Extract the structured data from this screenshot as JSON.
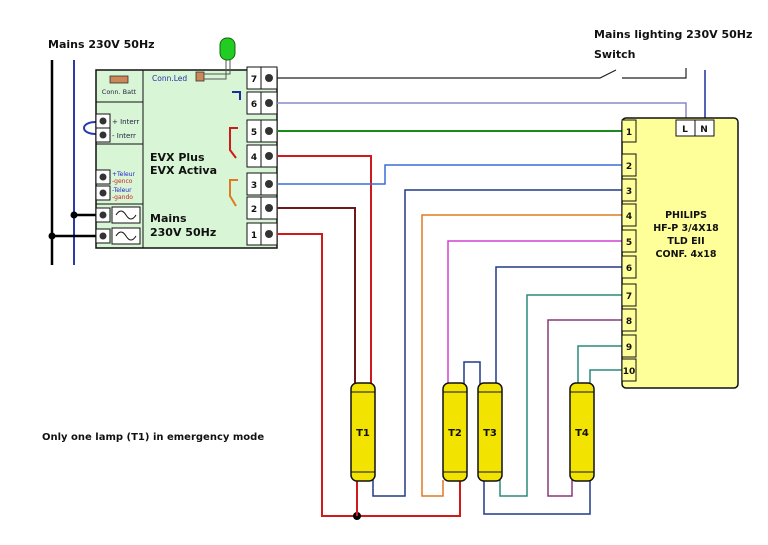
{
  "labels": {
    "mains_top": "Mains 230V 50Hz",
    "mains_lighting": "Mains lighting 230V 50Hz",
    "switch": "Switch",
    "note": "Only one lamp (T1) in emergency mode"
  },
  "module": {
    "title_line1": "EVX Plus",
    "title_line2": "EVX Activa",
    "mains_line1": "Mains",
    "mains_line2": "230V 50Hz",
    "conn_batt": "Conn. Batt",
    "conn_led": "Conn.Led",
    "interr_plus": "+ Interr",
    "interr_minus": "- Interr",
    "telecmd_1a": "+Teleur",
    "telecmd_1b": "-genco",
    "telecmd_2a": "-Teleur",
    "telecmd_2b": "-gando",
    "terminals": [
      "7",
      "6",
      "5",
      "4",
      "3",
      "2",
      "1"
    ]
  },
  "ballast": {
    "line1": "PHILIPS",
    "line2": "HF-P 3/4X18",
    "line3": "TLD EII",
    "line4": "CONF. 4x18",
    "terminal_L": "L",
    "terminal_N": "N",
    "terminals": [
      "1",
      "2",
      "3",
      "4",
      "5",
      "6",
      "7",
      "8",
      "9",
      "10"
    ]
  },
  "lamps": [
    "T1",
    "T2",
    "T3",
    "T4"
  ],
  "colors": {
    "module_fill": "#d8f5d5",
    "ballast_fill": "#ffff99",
    "lamp_fill": "#f2e400",
    "wire_red": "#d01a1a",
    "wire_green": "#1a8a1a",
    "wire_blue": "#3a6fd8",
    "wire_navy": "#223a8a",
    "wire_orange": "#e07a20",
    "wire_magenta": "#d040d0",
    "wire_teal": "#2a8a7a",
    "wire_darkred": "#6a1a1a",
    "wire_purple": "#8a3a7a",
    "wire_lavender": "#8888cc",
    "led": "#22cc22"
  }
}
